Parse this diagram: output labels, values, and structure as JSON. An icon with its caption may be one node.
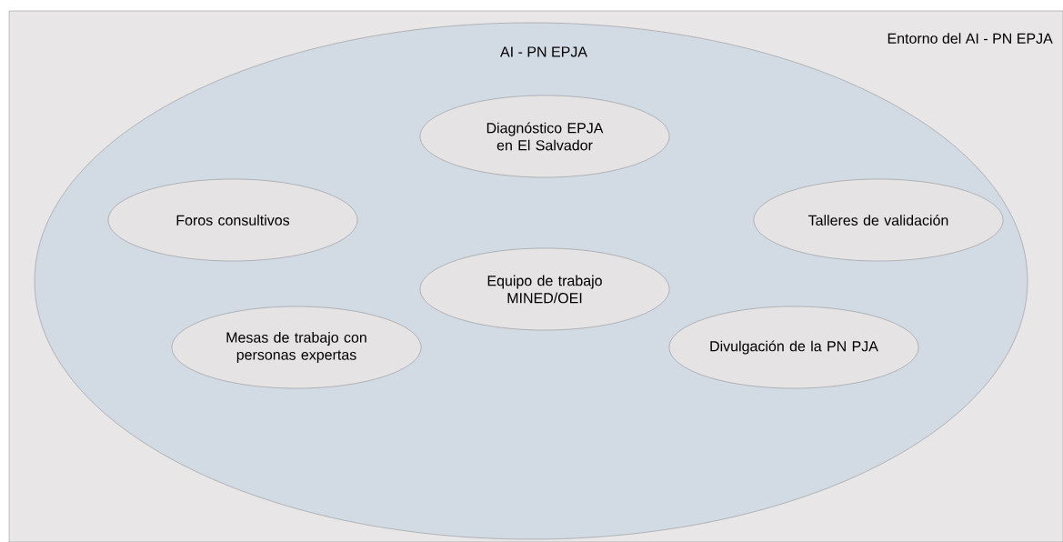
{
  "diagram": {
    "nodes": [
      {
        "text": [
          "Entorno del AI - PN EPJA"
        ]
      },
      {
        "text": [
          "AI - PN EPJA"
        ],
        "in": 0
      },
      {
        "text": [
          "Diagnóstico EPJA en El Salvador"
        ],
        "in": 1
      },
      {
        "text": [
          "Foros consultivos"
        ],
        "in": 1
      },
      {
        "text": [
          "Talleres de validación"
        ],
        "in": 1
      },
      {
        "text": [
          "Equipo de trabajo MINED/OEI"
        ],
        "in": 1
      },
      {
        "text": [
          "Mesas de trabajo con personas expertas"
        ],
        "in": 1
      },
      {
        "text": [
          "Divulgación de la PN PJA"
        ],
        "in": 1
      }
    ]
  }
}
